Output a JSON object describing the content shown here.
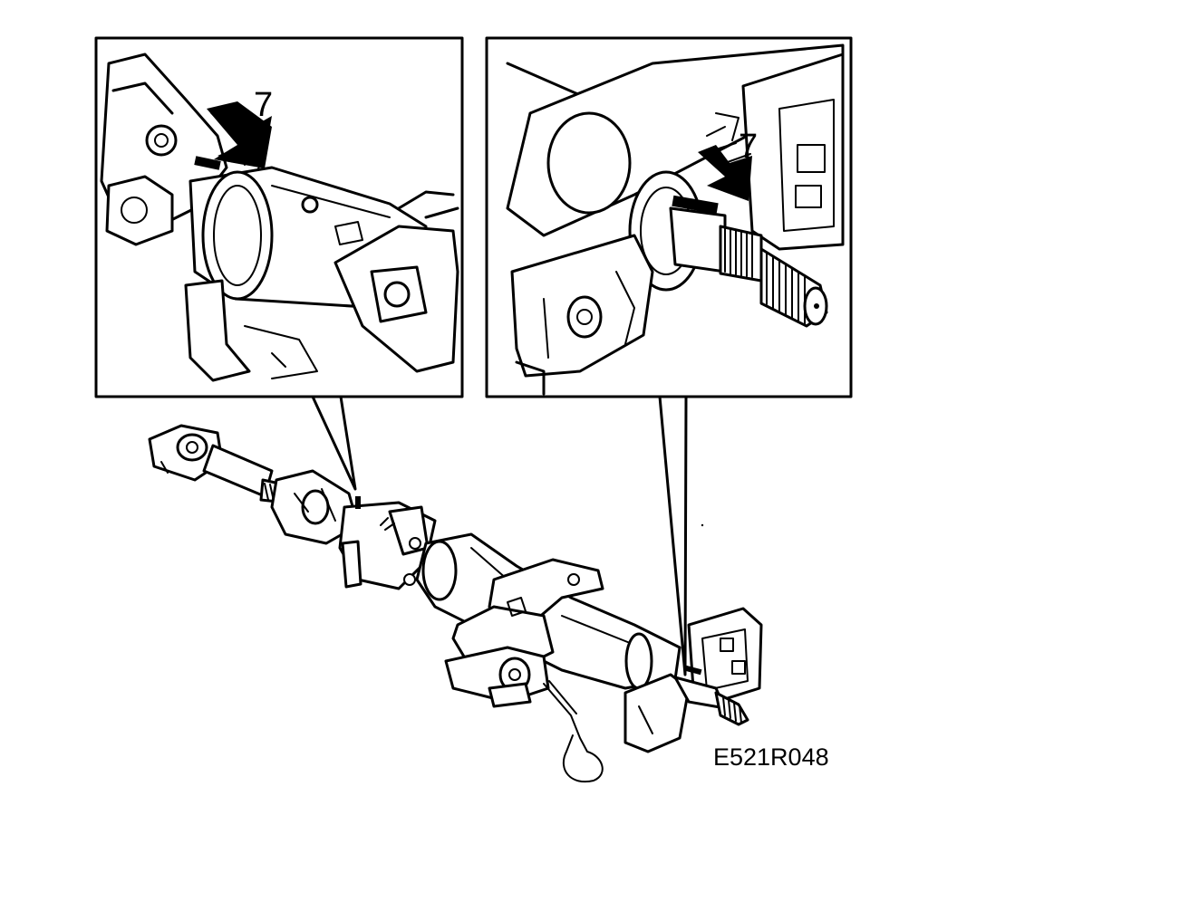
{
  "figure_code": "E521R048",
  "detail_left": {
    "callout": "7"
  },
  "detail_right": {
    "callout": "7"
  },
  "colors": {
    "line": "#000000",
    "background": "#ffffff"
  }
}
